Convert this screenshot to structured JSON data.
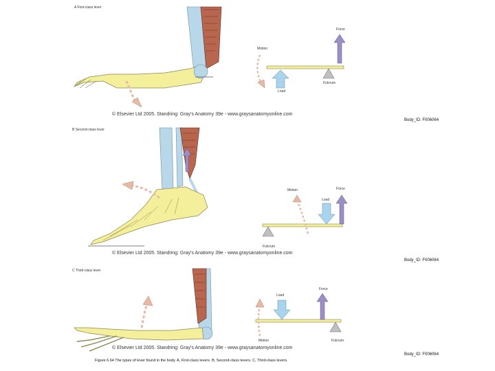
{
  "panels": [
    {
      "title": "A First-class lever",
      "labels": {
        "motion": "Motion",
        "force": "Force",
        "load": "Load",
        "fulcrum": "Fulcrum"
      },
      "copyright": "© Elsevier Ltd 2005. Standring: Gray's Anatomy 39e - www.graysanatomyonline.com",
      "body_id": "Body_ID: F006064"
    },
    {
      "title": "B Second-class lever",
      "labels": {
        "motion": "Motion",
        "force": "Force",
        "load": "Load",
        "fulcrum": "Fulcrum"
      },
      "copyright": "© Elsevier Ltd 2005. Standring: Gray's Anatomy 39e - www.graysanatomyonline.com",
      "body_id": "Body_ID: F006064"
    },
    {
      "title": "C Third-class lever",
      "labels": {
        "motion": "Motion",
        "force": "Force",
        "load": "Load",
        "fulcrum": "Fulcrum"
      },
      "copyright": "© Elsevier Ltd 2005. Standring: Gray's Anatomy 39e - www.graysanatomyonline.com",
      "body_id": "Body_ID: F006064"
    }
  ],
  "caption": "Figure 6.64 The types of lever found in the body. A, First-class levers. B, Second-class levers. C, Third-class levers.",
  "colors": {
    "bone": "#f4ef9a",
    "bone_outline": "#8a8450",
    "muscle": "#b9664f",
    "tendon": "#b8d8ea",
    "force_arrow": "#9c8fc6",
    "load_arrow": "#a9d4ee",
    "motion_arrow": "#e9b9a6",
    "fulcrum": "#c0c0c0",
    "beam": "#f4ef9a"
  }
}
